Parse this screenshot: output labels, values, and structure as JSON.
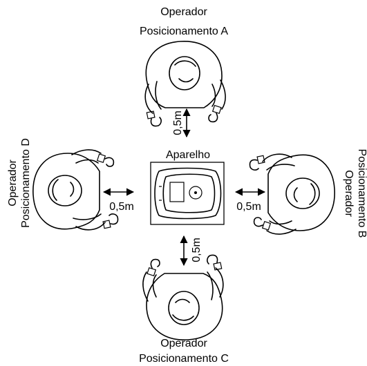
{
  "device": {
    "label": "Aparelho"
  },
  "operators": [
    {
      "id": "A",
      "line1": "Operador",
      "line2": "Posicionamento A",
      "distance": "0,5m"
    },
    {
      "id": "B",
      "line1": "Operador",
      "line2": "Posicionamento B",
      "distance": "0,5m"
    },
    {
      "id": "C",
      "line1": "Operador",
      "line2": "Posicionamento C",
      "distance": "0,5m"
    },
    {
      "id": "D",
      "line1": "Operador",
      "line2": "Posicionamento D",
      "distance": "0,5m"
    }
  ]
}
